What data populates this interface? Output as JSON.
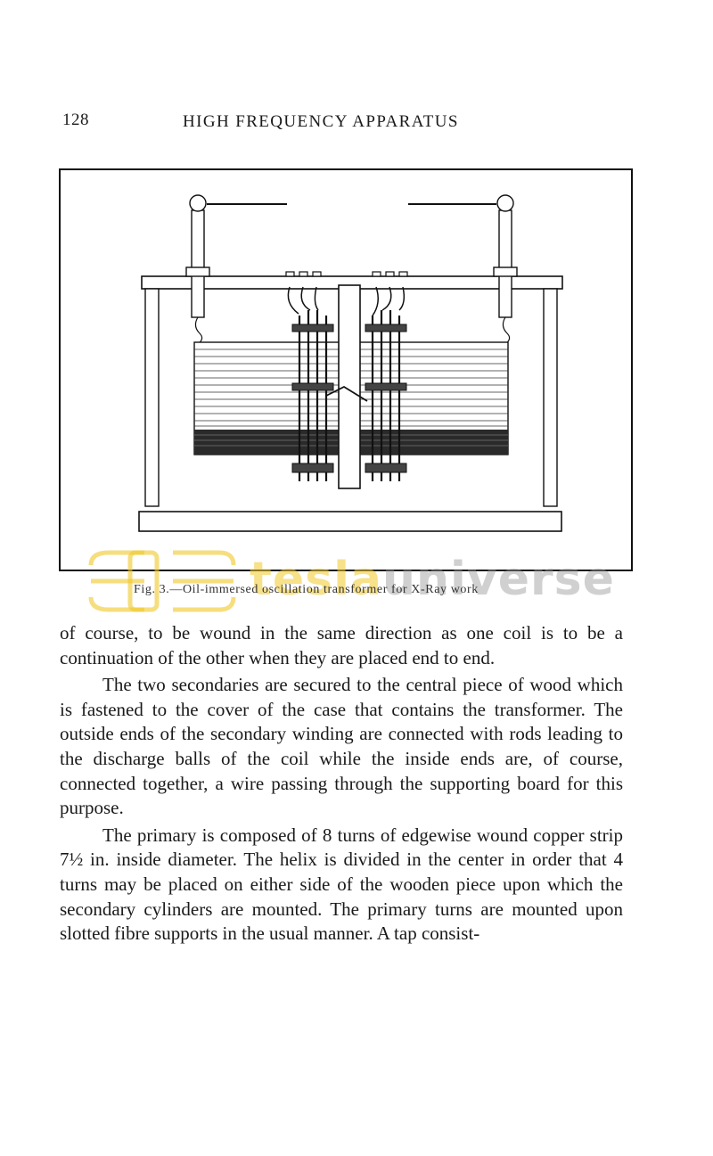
{
  "header": {
    "page_number": "128",
    "running_title": "HIGH FREQUENCY APPARATUS"
  },
  "figure": {
    "caption": "Fig. 3.—Oil-immersed oscillation transformer for X-Ray work",
    "icon": "transformer-diagram"
  },
  "watermark": {
    "word1": "tesla",
    "word2": "universe",
    "colors": {
      "gold": "#f0c828",
      "gray": "#969696"
    }
  },
  "body": {
    "paragraphs": [
      "of course, to be wound in the same direction as one coil is to be a continuation of the other when they are placed end to end.",
      "The two secondaries are secured to the central piece of wood which is fastened to the cover of the case that contains the transformer. The outside ends of the secondary winding are connected with rods leading to the discharge balls of the coil while the inside ends are, of course, connected together, a wire passing through the supporting board for this purpose.",
      "The primary is composed of 8 turns of edgewise wound copper strip 7½ in. inside diameter. The helix is divided in the center in order that 4 turns may be placed on either side of the wooden piece upon which the secondary cylinders are mounted. The primary turns are mounted upon slotted fibre supports in the usual manner. A tap consist-"
    ]
  }
}
